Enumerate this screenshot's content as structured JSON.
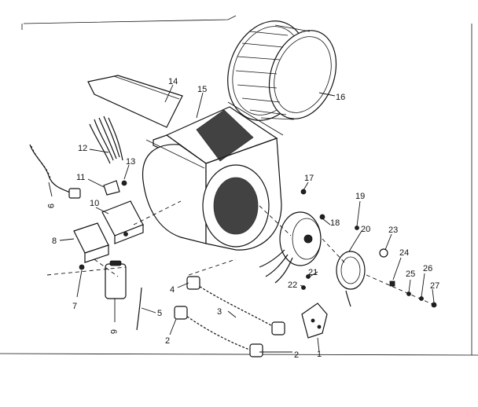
{
  "diagram": {
    "callouts": [
      {
        "id": "c1",
        "label": "1"
      },
      {
        "id": "c2a",
        "label": "2"
      },
      {
        "id": "c2b",
        "label": "2"
      },
      {
        "id": "c3",
        "label": "3"
      },
      {
        "id": "c4",
        "label": "4"
      },
      {
        "id": "c5",
        "label": "5"
      },
      {
        "id": "c6",
        "label": "6"
      },
      {
        "id": "c7",
        "label": "7"
      },
      {
        "id": "c8",
        "label": "8"
      },
      {
        "id": "c9",
        "label": "9"
      },
      {
        "id": "c10",
        "label": "10"
      },
      {
        "id": "c11",
        "label": "11"
      },
      {
        "id": "c12",
        "label": "12"
      },
      {
        "id": "c13",
        "label": "13"
      },
      {
        "id": "c14",
        "label": "14"
      },
      {
        "id": "c15",
        "label": "15"
      },
      {
        "id": "c16",
        "label": "16"
      },
      {
        "id": "c17",
        "label": "17"
      },
      {
        "id": "c18",
        "label": "18"
      },
      {
        "id": "c19",
        "label": "19"
      },
      {
        "id": "c20",
        "label": "20"
      },
      {
        "id": "c21",
        "label": "21"
      },
      {
        "id": "c22",
        "label": "22"
      },
      {
        "id": "c23",
        "label": "23"
      },
      {
        "id": "c24",
        "label": "24"
      },
      {
        "id": "c25",
        "label": "25"
      },
      {
        "id": "c26",
        "label": "26"
      },
      {
        "id": "c27",
        "label": "27"
      }
    ]
  }
}
